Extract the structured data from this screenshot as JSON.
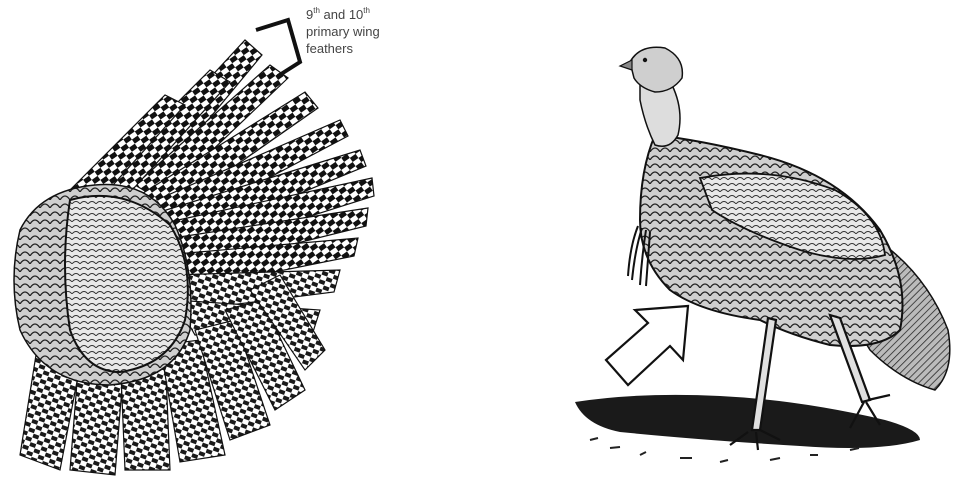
{
  "annotation": {
    "line1_a": "9",
    "line1_sup1": "th",
    "line1_b": " and 10",
    "line1_sup2": "th",
    "line2": "primary wing",
    "line3": "feathers"
  }
}
